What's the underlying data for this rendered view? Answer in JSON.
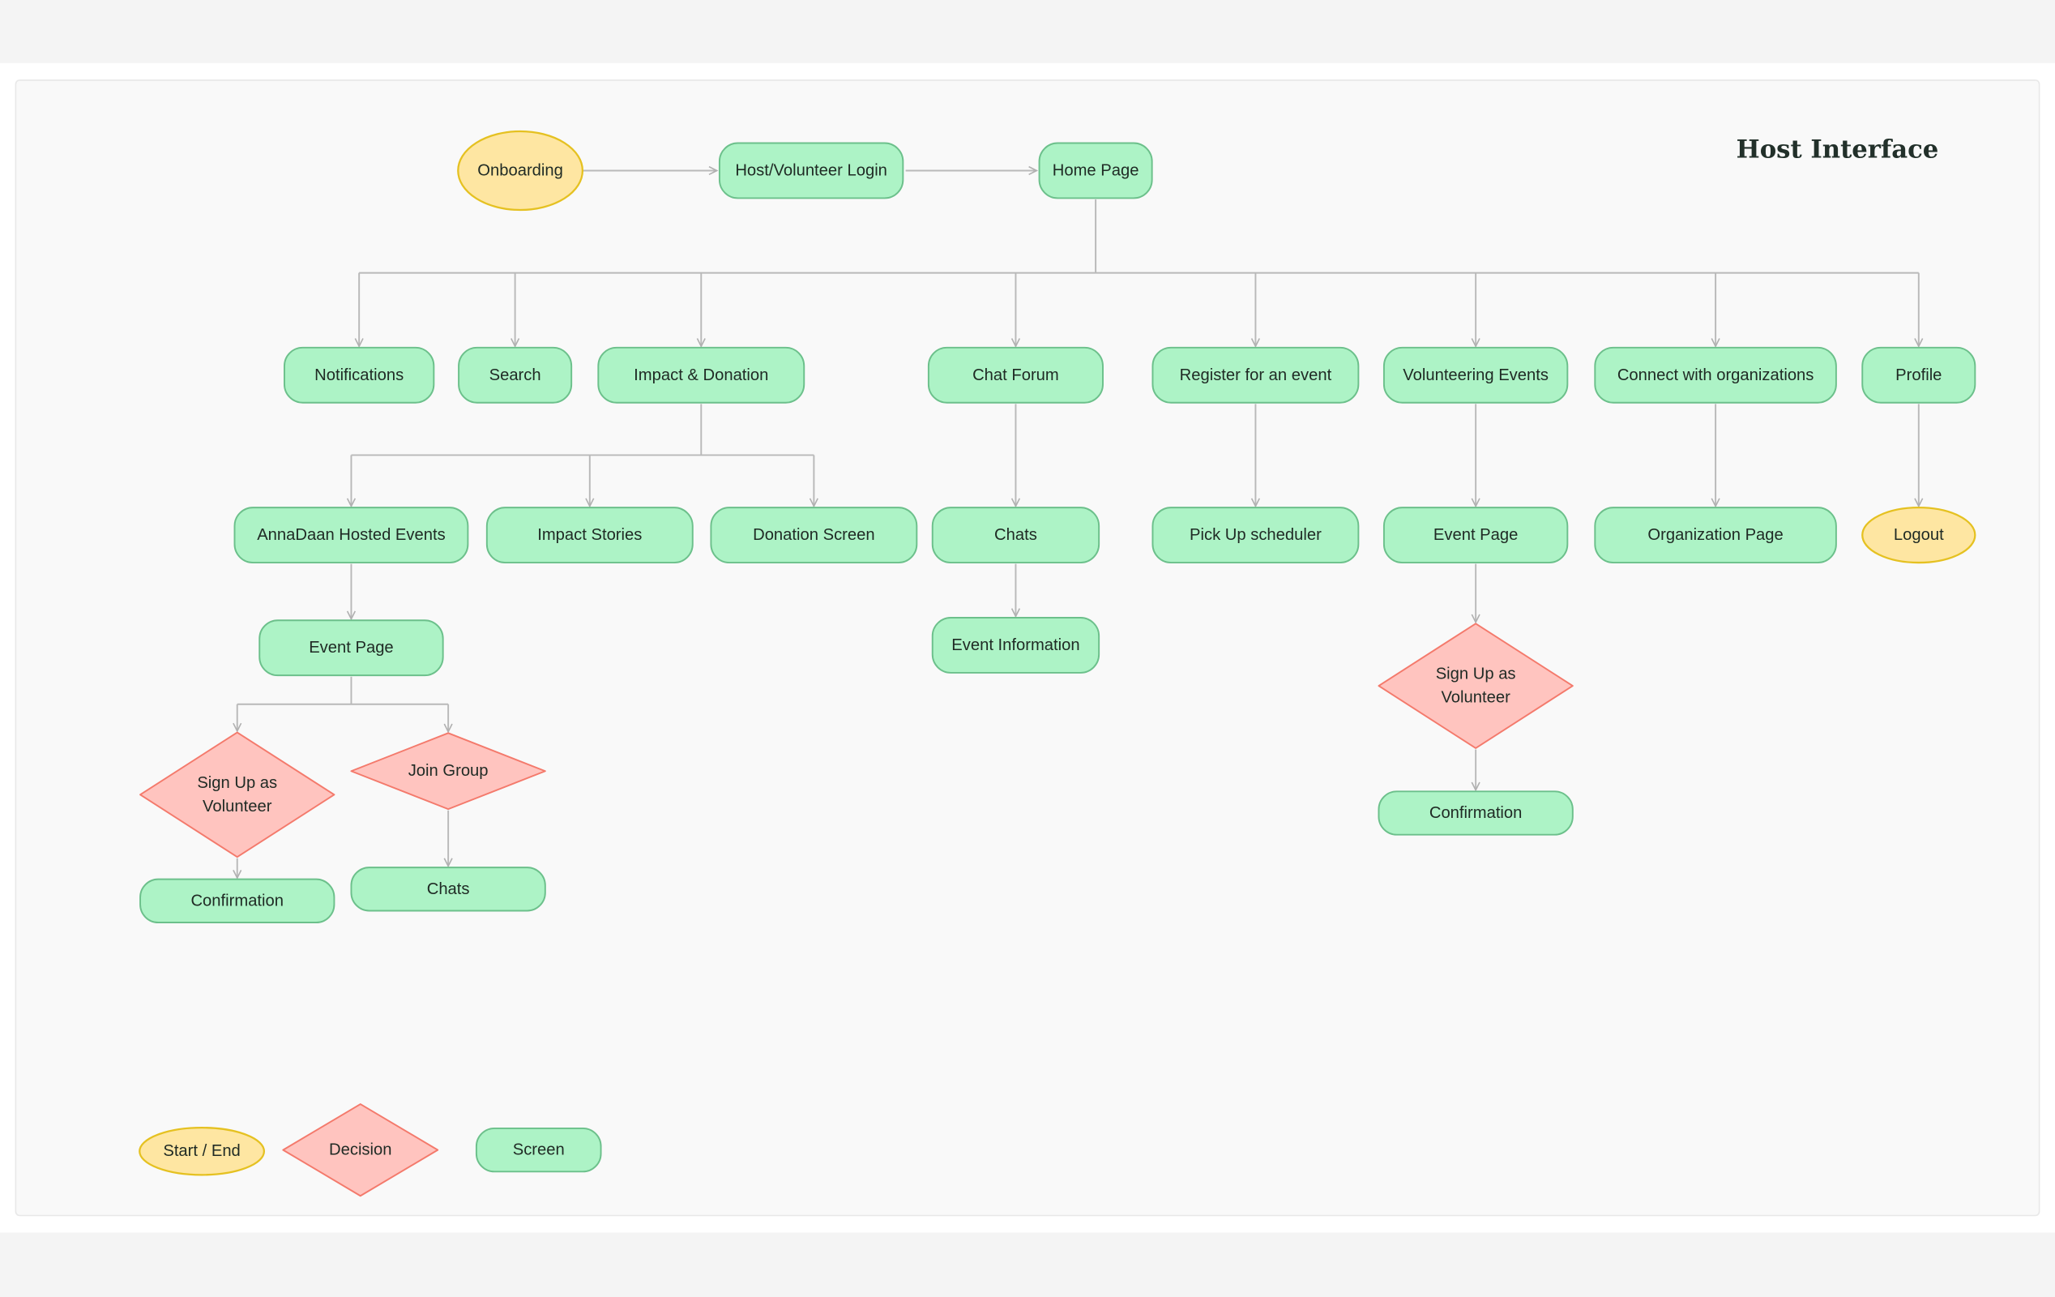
{
  "title": "Host Interface",
  "colors": {
    "screen_fill": "#adf3c6",
    "screen_stroke": "#6cc08b",
    "start_fill": "#fee6a2",
    "start_stroke": "#e5c121",
    "decision_fill": "#ffc4bf",
    "decision_stroke": "#f47a6c",
    "connector": "#b9b9b9"
  },
  "nodes": {
    "onboarding": {
      "label": "Onboarding",
      "type": "start-end"
    },
    "login": {
      "label": "Host/Volunteer Login",
      "type": "screen"
    },
    "home": {
      "label": "Home Page",
      "type": "screen"
    },
    "notifications": {
      "label": "Notifications",
      "type": "screen"
    },
    "search": {
      "label": "Search",
      "type": "screen"
    },
    "impact": {
      "label": "Impact & Donation",
      "type": "screen"
    },
    "chatforum": {
      "label": "Chat Forum",
      "type": "screen"
    },
    "register": {
      "label": "Register for an event",
      "type": "screen"
    },
    "volunteering": {
      "label": "Volunteering Events",
      "type": "screen"
    },
    "connect": {
      "label": "Connect with organizations",
      "type": "screen"
    },
    "profile": {
      "label": "Profile",
      "type": "screen"
    },
    "hosted": {
      "label": "AnnaDaan Hosted Events",
      "type": "screen"
    },
    "stories": {
      "label": "Impact Stories",
      "type": "screen"
    },
    "donation": {
      "label": "Donation Screen",
      "type": "screen"
    },
    "chats": {
      "label": "Chats",
      "type": "screen"
    },
    "pickup": {
      "label": "Pick Up scheduler",
      "type": "screen"
    },
    "eventpage2": {
      "label": "Event Page",
      "type": "screen"
    },
    "orgpage": {
      "label": "Organization Page",
      "type": "screen"
    },
    "logout": {
      "label": "Logout",
      "type": "start-end"
    },
    "eventpage1": {
      "label": "Event Page",
      "type": "screen"
    },
    "eventinfo": {
      "label": "Event Information",
      "type": "screen"
    },
    "signup1": {
      "label": "Sign Up as|Volunteer",
      "type": "decision"
    },
    "joingroup": {
      "label": "Join Group",
      "type": "decision"
    },
    "confirm1": {
      "label": "Confirmation",
      "type": "screen"
    },
    "chats2": {
      "label": "Chats",
      "type": "screen"
    },
    "signup2": {
      "label": "Sign Up as|Volunteer",
      "type": "decision"
    },
    "confirm2": {
      "label": "Confirmation",
      "type": "screen"
    }
  },
  "legend": [
    {
      "label": "Start / End",
      "type": "start-end"
    },
    {
      "label": "Decision",
      "type": "decision"
    },
    {
      "label": "Screen",
      "type": "screen"
    }
  ]
}
